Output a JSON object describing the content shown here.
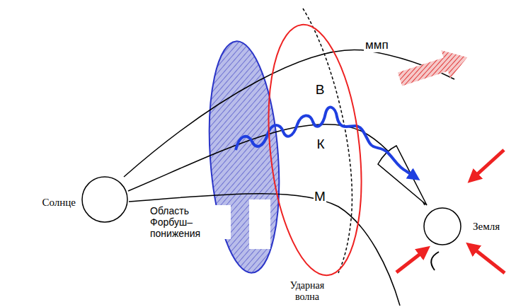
{
  "diagram": {
    "nodes": [
      {
        "text": [
          "Солнце"
        ]
      },
      {
        "text": [
          "В",
          "К",
          "М"
        ]
      },
      {
        "text": [
          "Земля"
        ]
      }
    ],
    "labels": [
      "ммп",
      "Область Форбуш–понижения",
      "Ударная волна"
    ]
  }
}
